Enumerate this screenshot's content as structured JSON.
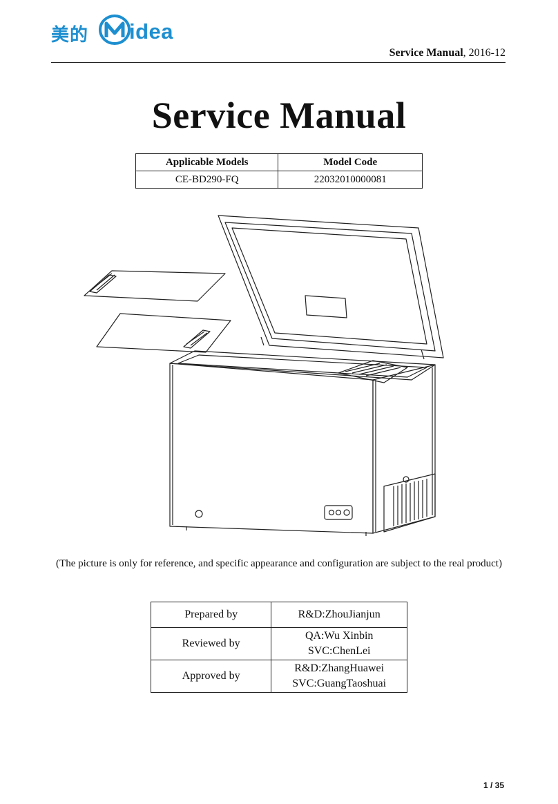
{
  "brand": {
    "chinese": "美的",
    "english": "idea",
    "color": "#1d8fd0"
  },
  "header": {
    "bold": "Service Manual",
    "rest": ", 2016-12"
  },
  "title": "Service Manual",
  "models_table": {
    "headers": [
      "Applicable Models",
      "Model Code"
    ],
    "rows": [
      [
        "CE-BD290-FQ",
        "22032010000081"
      ]
    ]
  },
  "caption": "(The picture is only for reference, and specific appearance and configuration are subject to the real product)",
  "signoff": {
    "prepared_label": "Prepared by",
    "prepared": [
      "R&D:ZhouJianjun"
    ],
    "reviewed_label": "Reviewed by",
    "reviewed": [
      "QA:Wu Xinbin",
      "SVC:ChenLei"
    ],
    "approved_label": "Approved by",
    "approved": [
      "R&D:ZhangHuawei",
      "SVC:GuangTaoshuai"
    ]
  },
  "page_number": "1 / 35"
}
